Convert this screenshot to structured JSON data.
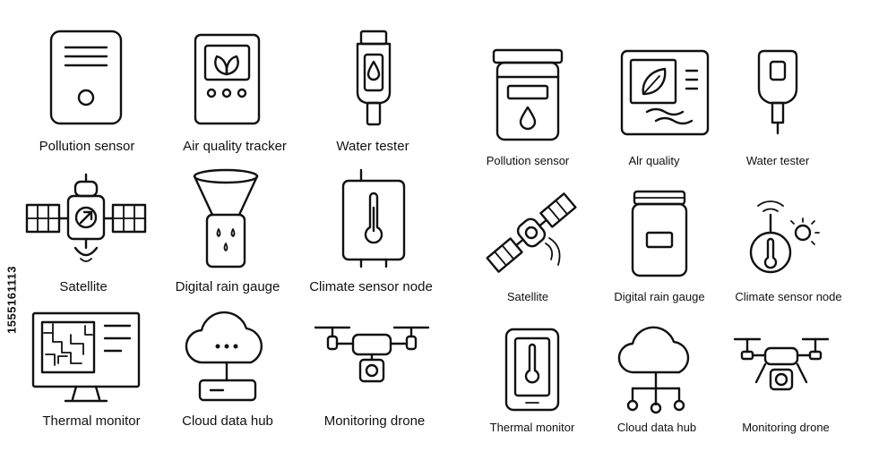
{
  "left_set": {
    "labels": {
      "pollution_sensor": "Pollution sensor",
      "air_quality_tracker": "Air quality tracker",
      "water_tester": "Water tester",
      "satellite": "Satellite",
      "digital_rain_gauge": "Digital rain gauge",
      "climate_sensor_node": "Climate sensor node",
      "thermal_monitor": "Thermal monitor",
      "cloud_data_hub": "Cloud data hub",
      "monitoring_drone": "Monitoring drone"
    }
  },
  "right_set": {
    "labels": {
      "pollution_sensor": "Pollution sensor",
      "air_quality": "Alr quality",
      "water_tester": "Water tester",
      "satellite": "Satellite",
      "digital_rain_gauge": "Digital rain gauge",
      "climate_sensor_node": "Climate sensor node",
      "thermal_monitor": "Thermal monitor",
      "cloud_data_hub": "Cloud data hub",
      "monitoring_drone": "Monitoring drone"
    }
  },
  "stock_id": "1555161113",
  "colors": {
    "stroke": "#111111",
    "background": "#ffffff"
  }
}
